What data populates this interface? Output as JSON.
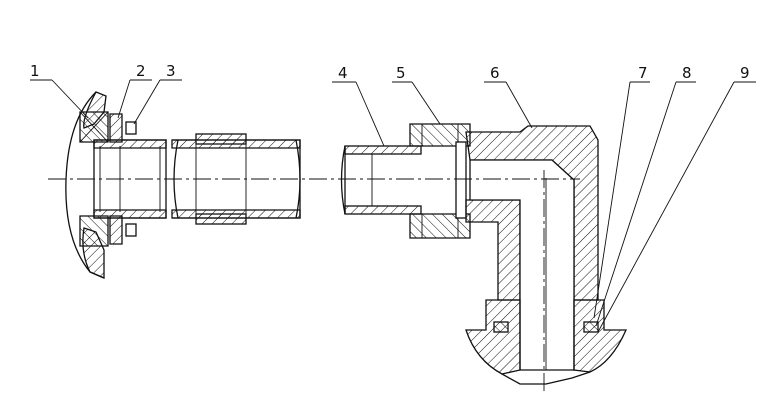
{
  "drawing": {
    "callouts": [
      {
        "id": "1",
        "label": "1"
      },
      {
        "id": "2",
        "label": "2"
      },
      {
        "id": "3",
        "label": "3"
      },
      {
        "id": "4",
        "label": "4"
      },
      {
        "id": "5",
        "label": "5"
      },
      {
        "id": "6",
        "label": "6"
      },
      {
        "id": "7",
        "label": "7"
      },
      {
        "id": "8",
        "label": "8"
      },
      {
        "id": "9",
        "label": "9"
      }
    ]
  }
}
